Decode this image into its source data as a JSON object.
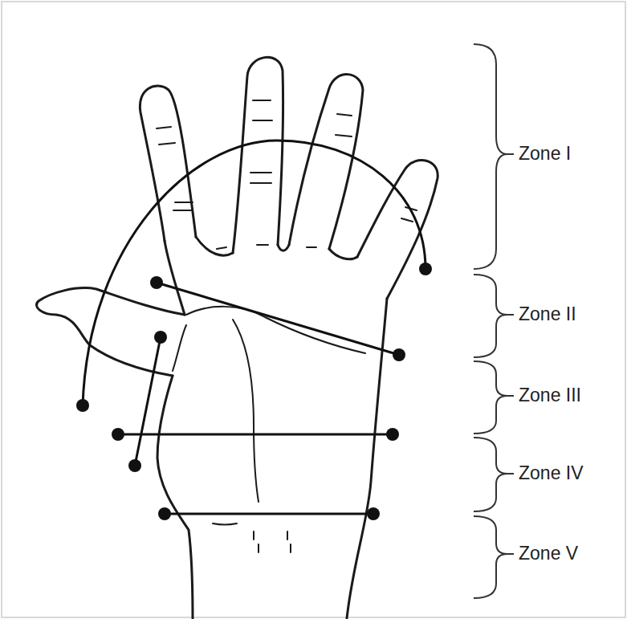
{
  "diagram": {
    "labels": [
      "Zone I",
      "Zone II",
      "Zone III",
      "Zone IV",
      "Zone V"
    ]
  }
}
